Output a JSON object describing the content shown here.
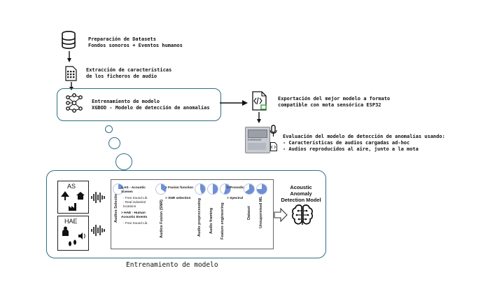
{
  "colors": {
    "frame": "#2f6f84",
    "pie": "#6f8fd4",
    "chip": "#c8cbd2"
  },
  "step1": {
    "line1": "Preparación de Datasets",
    "line2": "Fondos sonoros + Eventos humanos",
    "icon": "database-icon"
  },
  "step2": {
    "line1": "Extracción de características",
    "line2": "de los ficheros de audio",
    "icon": "document-grid-icon"
  },
  "step3": {
    "line1": "Entrenamiento de modelo",
    "line2": "XGBOD - Modelo de detección de anomalías",
    "icon": "neural-network-icon"
  },
  "export": {
    "line1": "Exportación del mejor modelo a formato",
    "line2": "compatible con mota sensórica ESP32",
    "icon": "code-file-icon"
  },
  "evaluation": {
    "line1": "Evaluación del modelo de detección de anomalías usando:",
    "line2": "- Características de audios cargadas ad-hoc",
    "line3": "- Audios reproducidos al aire, junto a la mota",
    "chip_label": "ESPRESSIF",
    "icon": "microphone-icon"
  },
  "detail": {
    "as_label": "AS",
    "hae_label": "HAE",
    "audio_selection": "Audios Selection",
    "as_title": "> AS - Acoustic Scenes",
    "as_items": [
      "- Free Sound Lib.",
      "- Real industrial locations"
    ],
    "hae_title": "> HAE - Human Acoustic Events",
    "hae_items": [
      "- Free Sound Lib."
    ],
    "fusion_title": "> Fusion function",
    "snr_title": "> SNR selection",
    "fusion_vertical": "Audios Fusion (SNR)",
    "proc_a": "Audio preprocessing",
    "proc_b": "Audio framing",
    "proc_c": "Feature engineering",
    "prosodic": "> Prosodic",
    "spectral": "> Spectral",
    "dataset": "Dataset",
    "unsup": "Unsupervised ML",
    "model_title": "Acoustic Anomaly Detection Model",
    "caption": "Entrenamiento de modelo"
  }
}
